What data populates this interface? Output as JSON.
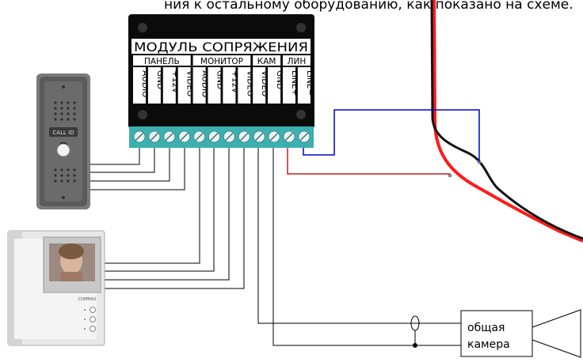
{
  "header_text": "ния к остальному оборудованию, как показано на схеме.",
  "module": {
    "title": "МОДУЛЬ СОПРЯЖЕНИЯ",
    "groups": [
      "ПАНЕЛЬ",
      "МОНИТОР",
      "КАМ",
      "ЛИН"
    ],
    "pins": [
      "AUDIO",
      "GND",
      "+12v",
      "VIDEO",
      "AUDIO",
      "GND",
      "+12v",
      "VIDEO",
      "VIDEO",
      "GND",
      "LINE+",
      "LINE−"
    ]
  },
  "door_panel": {
    "brand": "CALL ID"
  },
  "monitor": {
    "brand": "COMMAX"
  },
  "camera": {
    "line1": "общая",
    "line2": "камера"
  },
  "colors": {
    "module_body": "#0b0b0b",
    "terminal_block": "#3ab0b0",
    "line_plus_wire": "#0000c8",
    "line_minus_wire": "#c81e1e",
    "phone_line_red": "#ff1a1a",
    "phone_line_black": "#111111"
  }
}
